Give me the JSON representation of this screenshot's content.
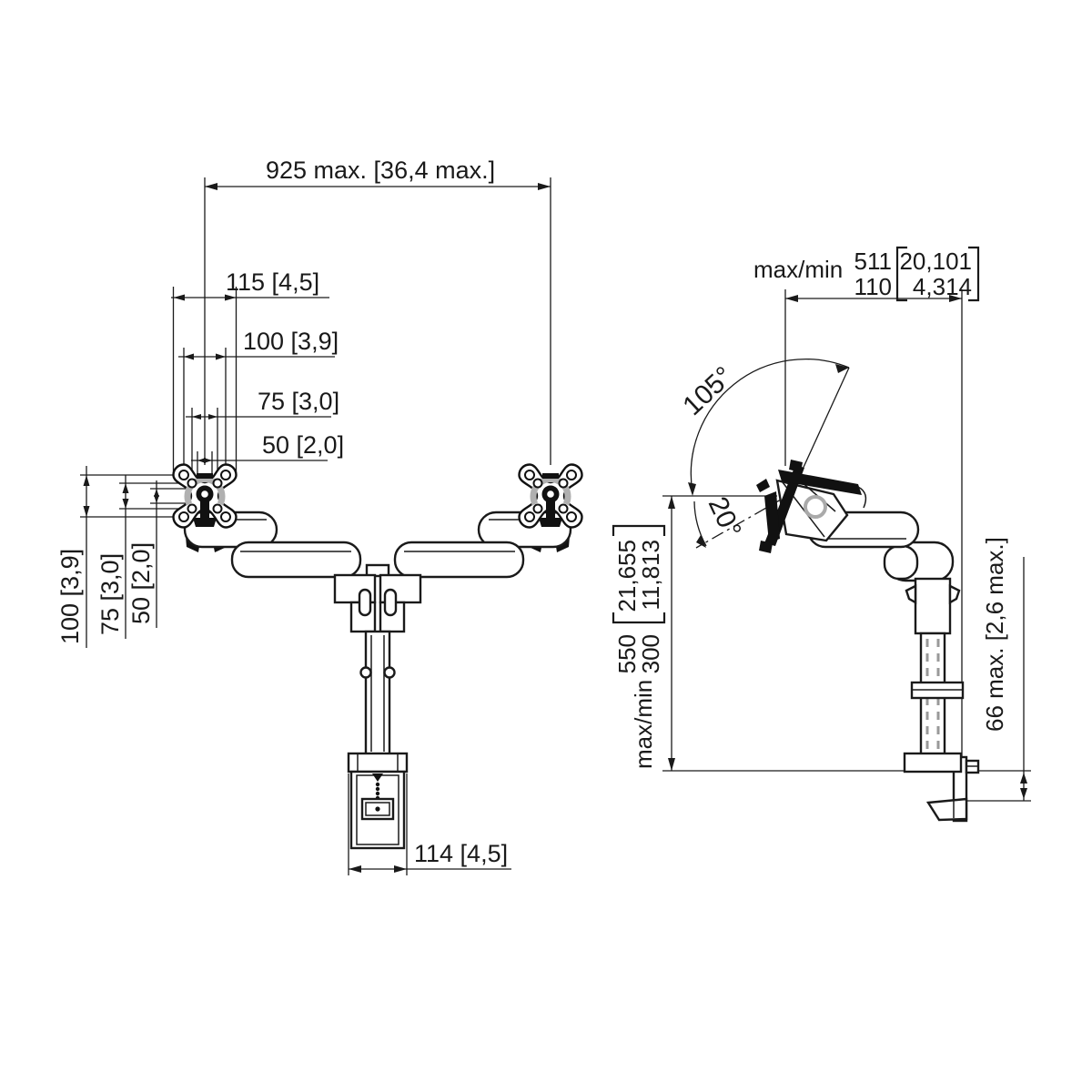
{
  "front_view": {
    "span_max": "925 max. [36,4 max.]",
    "vesa_width": "115 [4,5]",
    "hole_h_100": "100 [3,9]",
    "hole_h_75": "75 [3,0]",
    "hole_h_50": "50 [2,0]",
    "hole_v_100": "100 [3,9]",
    "hole_v_75": "75 [3,0]",
    "hole_v_50": "50 [2,0]",
    "clamp_width": "114 [4,5]"
  },
  "side_view": {
    "reach": {
      "label": "max/min",
      "max_mm": "511",
      "min_mm": "110",
      "max_in": "20,101",
      "min_in": "4,314"
    },
    "height": {
      "label": "max/min",
      "max_mm": "550",
      "min_mm": "300",
      "max_in": "21,655",
      "min_in": "11,813"
    },
    "tilt_up": "105°",
    "tilt_down": "20°",
    "desk_thickness": "66 max. [2,6 max.]"
  },
  "colors": {
    "line": "#1a1a1a",
    "gray_ring": "#b0b0b0"
  }
}
